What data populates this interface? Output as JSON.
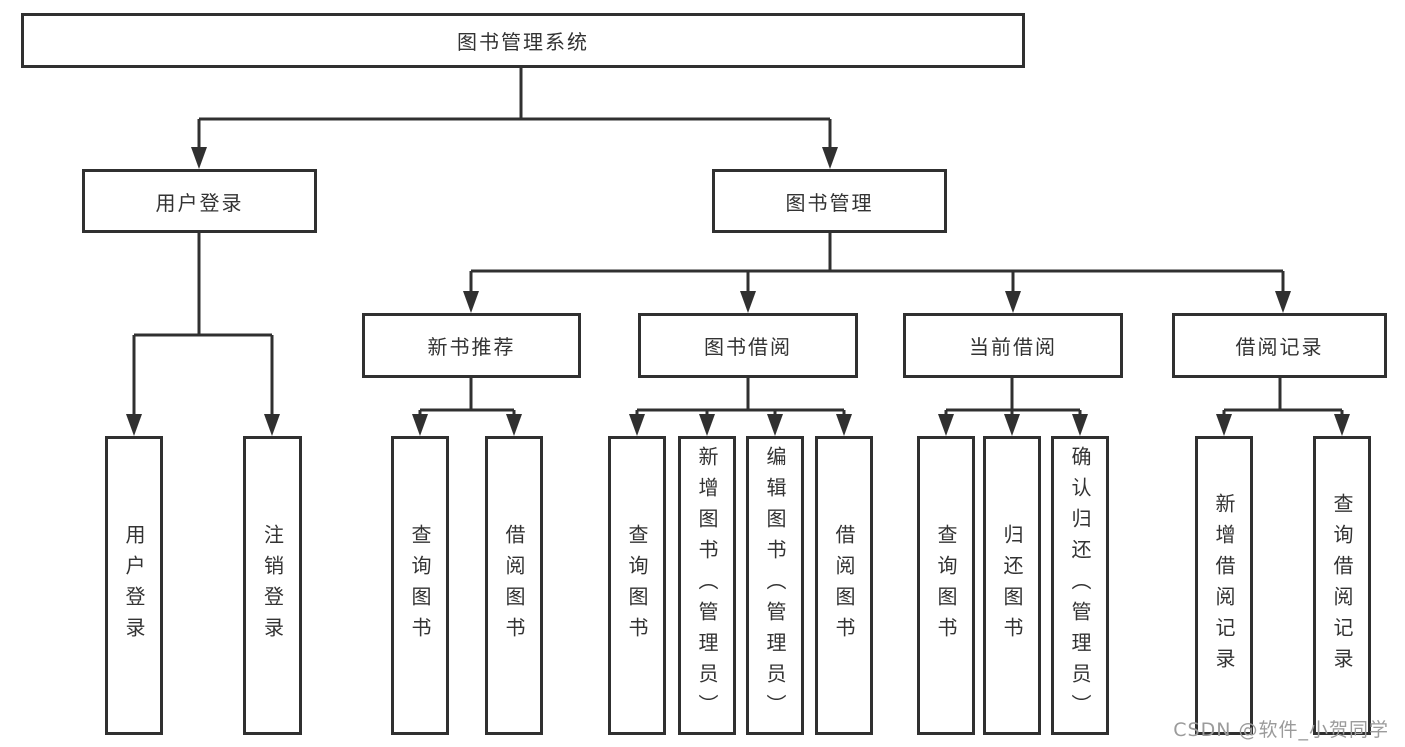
{
  "diagram_title": "图书管理系统",
  "nodes": {
    "root": "图书管理系统",
    "user_login": "用户登录",
    "book_mgmt": "图书管理",
    "new_book_rec": "新书推荐",
    "book_borrowing": "图书借阅",
    "current_borrowing": "当前借阅",
    "borrowing_records": "借阅记录",
    "leaf_user_login": "用户登录",
    "leaf_logout": "注销登录",
    "leaf_nbr_query_books": "查询图书",
    "leaf_nbr_borrow_books": "借阅图书",
    "leaf_bb_query_books": "查询图书",
    "leaf_bb_add_books": "新增图书（管理员）",
    "leaf_bb_edit_books": "编辑图书（管理员）",
    "leaf_bb_borrow_books": "借阅图书",
    "leaf_cb_query_books": "查询图书",
    "leaf_cb_return_books": "归还图书",
    "leaf_cb_confirm_return": "确认归还（管理员）",
    "leaf_br_add_record": "新增借阅记录",
    "leaf_br_query_record": "查询借阅记录"
  },
  "hierarchy": {
    "图书管理系统": {
      "用户登录": [
        "用户登录",
        "注销登录"
      ],
      "图书管理": {
        "新书推荐": [
          "查询图书",
          "借阅图书"
        ],
        "图书借阅": [
          "查询图书",
          "新增图书（管理员）",
          "编辑图书（管理员）",
          "借阅图书"
        ],
        "当前借阅": [
          "查询图书",
          "归还图书",
          "确认归还（管理员）"
        ],
        "借阅记录": [
          "新增借阅记录",
          "查询借阅记录"
        ]
      }
    }
  },
  "watermark": "CSDN @软件_小贺同学",
  "colors": {
    "line": "#303030",
    "box_border": "#303030",
    "box_fill": "#ffffff",
    "text": "#333333",
    "watermark": "#9b9b9b",
    "background": "#ffffff"
  }
}
